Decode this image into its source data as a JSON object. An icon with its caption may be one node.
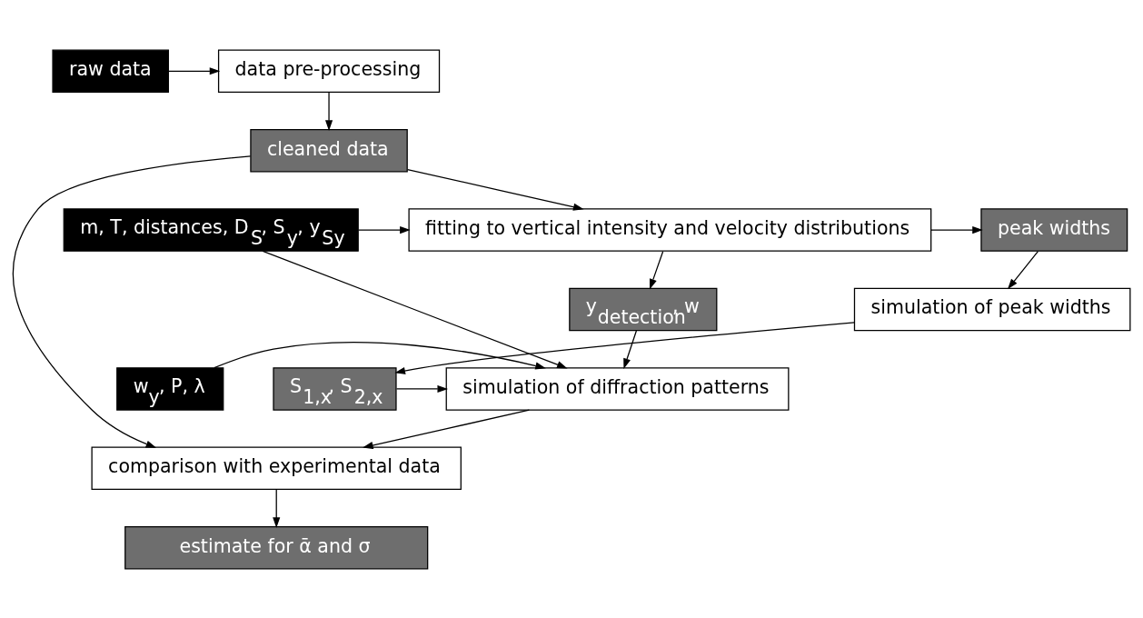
{
  "diagram": {
    "nodes": [
      {
        "text": [
          "raw data"
        ]
      },
      {
        "text": [
          "data pre-processing"
        ]
      },
      {
        "text": [
          "cleaned data"
        ]
      },
      {
        "text": [
          "fitting to vertical intensity and velocity distributions"
        ]
      },
      {
        "text": [
          "m, T, distances, D$_{S}$, S$_{y}$, y$_{Sy}$"
        ]
      },
      {
        "text": [
          "peak widths"
        ]
      },
      {
        "text": [
          "simulation of peak widths"
        ]
      },
      {
        "text": [
          "y$_{detection}$, w"
        ]
      },
      {
        "text": [
          "S$_{1,x}$, S$_{2,x}$"
        ]
      },
      {
        "text": [
          "simulation of diffraction patterns"
        ]
      },
      {
        "text": [
          "w$_{y}$, P, λ"
        ]
      },
      {
        "text": [
          "comparison with experimental data"
        ]
      },
      {
        "text": [
          "estimate for ᾱ and σ"
        ]
      }
    ],
    "edges": [
      {
        "from": 0,
        "to": 1,
        "arrow": "to"
      },
      {
        "from": 1,
        "to": 2,
        "arrow": "to"
      },
      {
        "from": 2,
        "to": 3,
        "arrow": "to"
      },
      {
        "from": 2,
        "to": 11,
        "arrow": "to"
      },
      {
        "from": 3,
        "to": 5,
        "arrow": "to"
      },
      {
        "from": 4,
        "to": 3,
        "arrow": "to"
      },
      {
        "from": 5,
        "to": 6,
        "arrow": "to"
      },
      {
        "from": 3,
        "to": 7,
        "arrow": "to"
      },
      {
        "from": 6,
        "to": 8,
        "arrow": "to"
      },
      {
        "from": 7,
        "to": 9,
        "arrow": "to"
      },
      {
        "from": 8,
        "to": 9,
        "arrow": "to"
      },
      {
        "from": 4,
        "to": 9,
        "arrow": "to"
      },
      {
        "from": 10,
        "to": 9,
        "arrow": "to"
      },
      {
        "from": 9,
        "to": 11,
        "arrow": "to"
      },
      {
        "from": 11,
        "to": 12,
        "arrow": "to"
      }
    ]
  }
}
